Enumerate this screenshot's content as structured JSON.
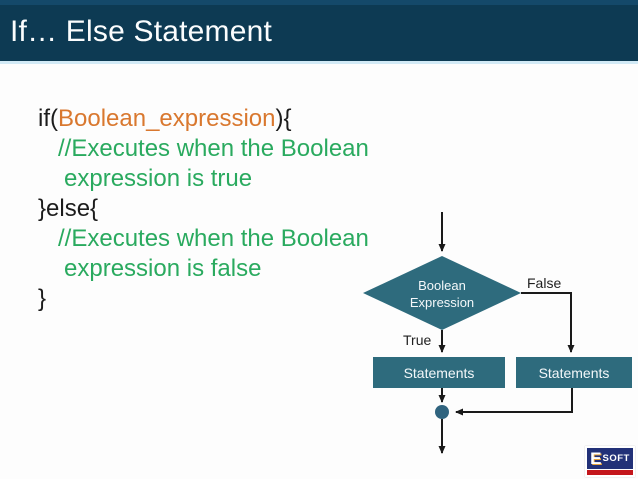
{
  "slide": {
    "title": "If… Else Statement"
  },
  "code_block": {
    "line1": {
      "part1": "if(",
      "part2": "Boolean_expression",
      "part3": "){"
    },
    "line2": "//Executes when the Boolean",
    "line3": "expression is true",
    "line4": "}else{",
    "line5": "//Executes when the Boolean",
    "line6": "expression is false",
    "line7": "}"
  },
  "flowchart": {
    "decision_line1": "Boolean",
    "decision_line2": "Expression",
    "true_label": "True",
    "false_label": "False",
    "true_branch_box": "Statements",
    "false_branch_box": "Statements"
  },
  "logo": {
    "letter": "E",
    "rest": "SOFT"
  },
  "colors": {
    "header_navy": "#0d3a53",
    "header_underline": "#d2eaf6",
    "code_orange": "#d9782f",
    "code_green": "#2aaa5f",
    "code_plain": "#1c1c1c",
    "flow_teal": "#2e6b7d",
    "merge_dot_blue": "#30647f",
    "logo_navy": "#223178",
    "logo_red": "#c4161c"
  }
}
